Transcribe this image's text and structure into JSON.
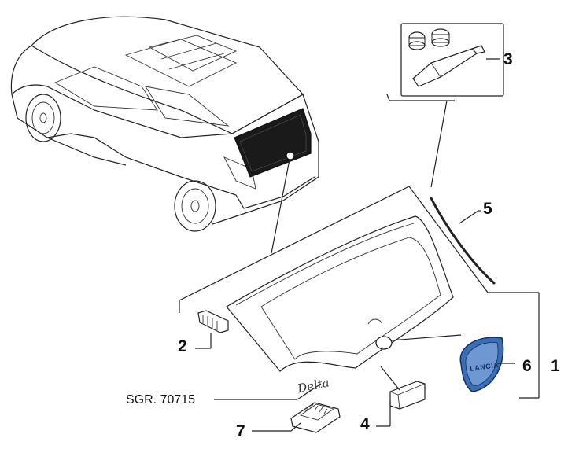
{
  "diagram": {
    "callouts": [
      {
        "id": "1",
        "label": "1"
      },
      {
        "id": "2",
        "label": "2"
      },
      {
        "id": "3",
        "label": "3"
      },
      {
        "id": "4",
        "label": "4"
      },
      {
        "id": "5",
        "label": "5"
      },
      {
        "id": "6",
        "label": "6"
      },
      {
        "id": "7",
        "label": "7"
      }
    ],
    "reference": "SGR. 70715",
    "glass_script": "Delta",
    "badge_text": "LANCIA",
    "colors": {
      "line": "#222222",
      "glass_tint": "#1a1a1a",
      "badge_blue": "#3b6fb5",
      "badge_outline": "#0f2f66"
    }
  }
}
